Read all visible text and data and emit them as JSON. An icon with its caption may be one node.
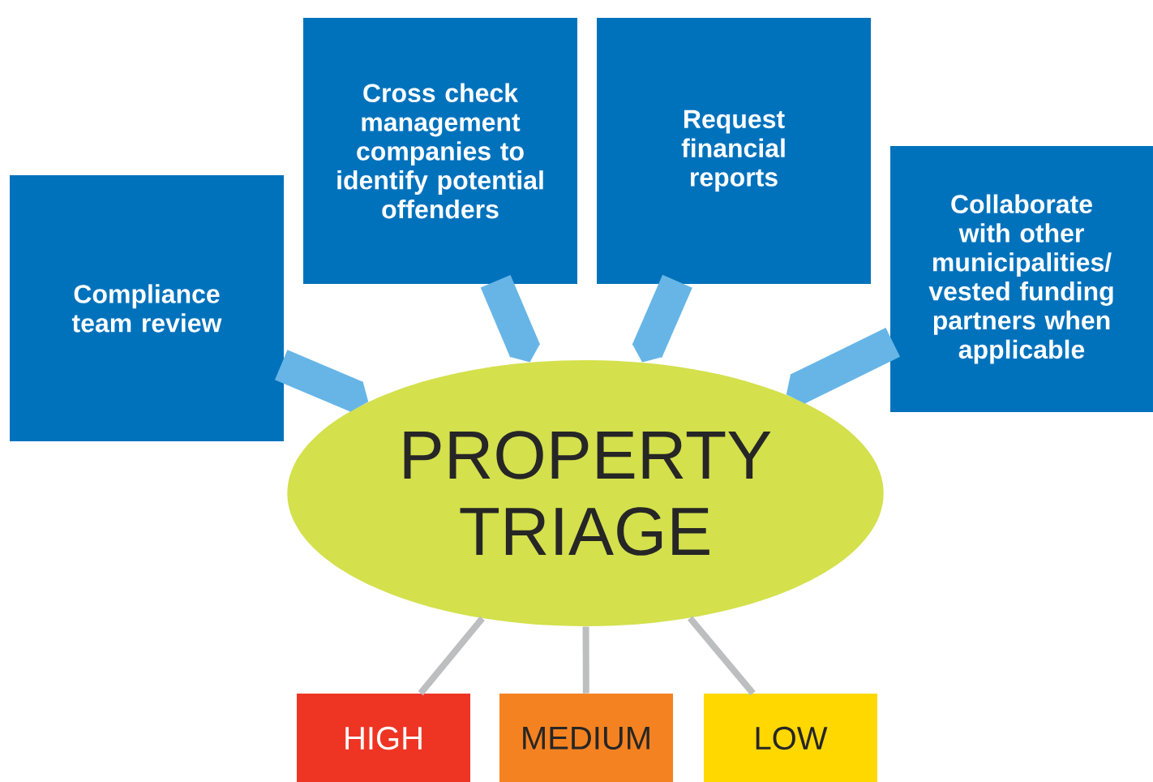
{
  "diagram": {
    "nodes": [
      {
        "text": [
          "Compliance team review"
        ]
      },
      {
        "text": [
          "Cross check management companies to identify potential offenders"
        ]
      },
      {
        "text": [
          "Request financial reports"
        ]
      },
      {
        "text": [
          "Collaborate with other municipalities/ vested funding partners when applicable"
        ]
      },
      {
        "text": [
          "PROPERTY TRIAGE"
        ]
      },
      {
        "text": [
          "HIGH"
        ]
      },
      {
        "text": [
          "MEDIUM"
        ]
      },
      {
        "text": [
          "LOW"
        ]
      }
    ],
    "edges": [
      {
        "from": 0,
        "to": 4,
        "arrow": "to"
      },
      {
        "from": 1,
        "to": 4,
        "arrow": "to"
      },
      {
        "from": 2,
        "to": 4,
        "arrow": "to"
      },
      {
        "from": 3,
        "to": 4,
        "arrow": "to"
      },
      {
        "from": 4,
        "to": 5,
        "arrow": "none",
        "color": "#bcbec0"
      },
      {
        "from": 4,
        "to": 6,
        "arrow": "none",
        "color": "#bcbec0"
      },
      {
        "from": 4,
        "to": 7,
        "arrow": "none",
        "color": "#bcbec0"
      }
    ]
  }
}
